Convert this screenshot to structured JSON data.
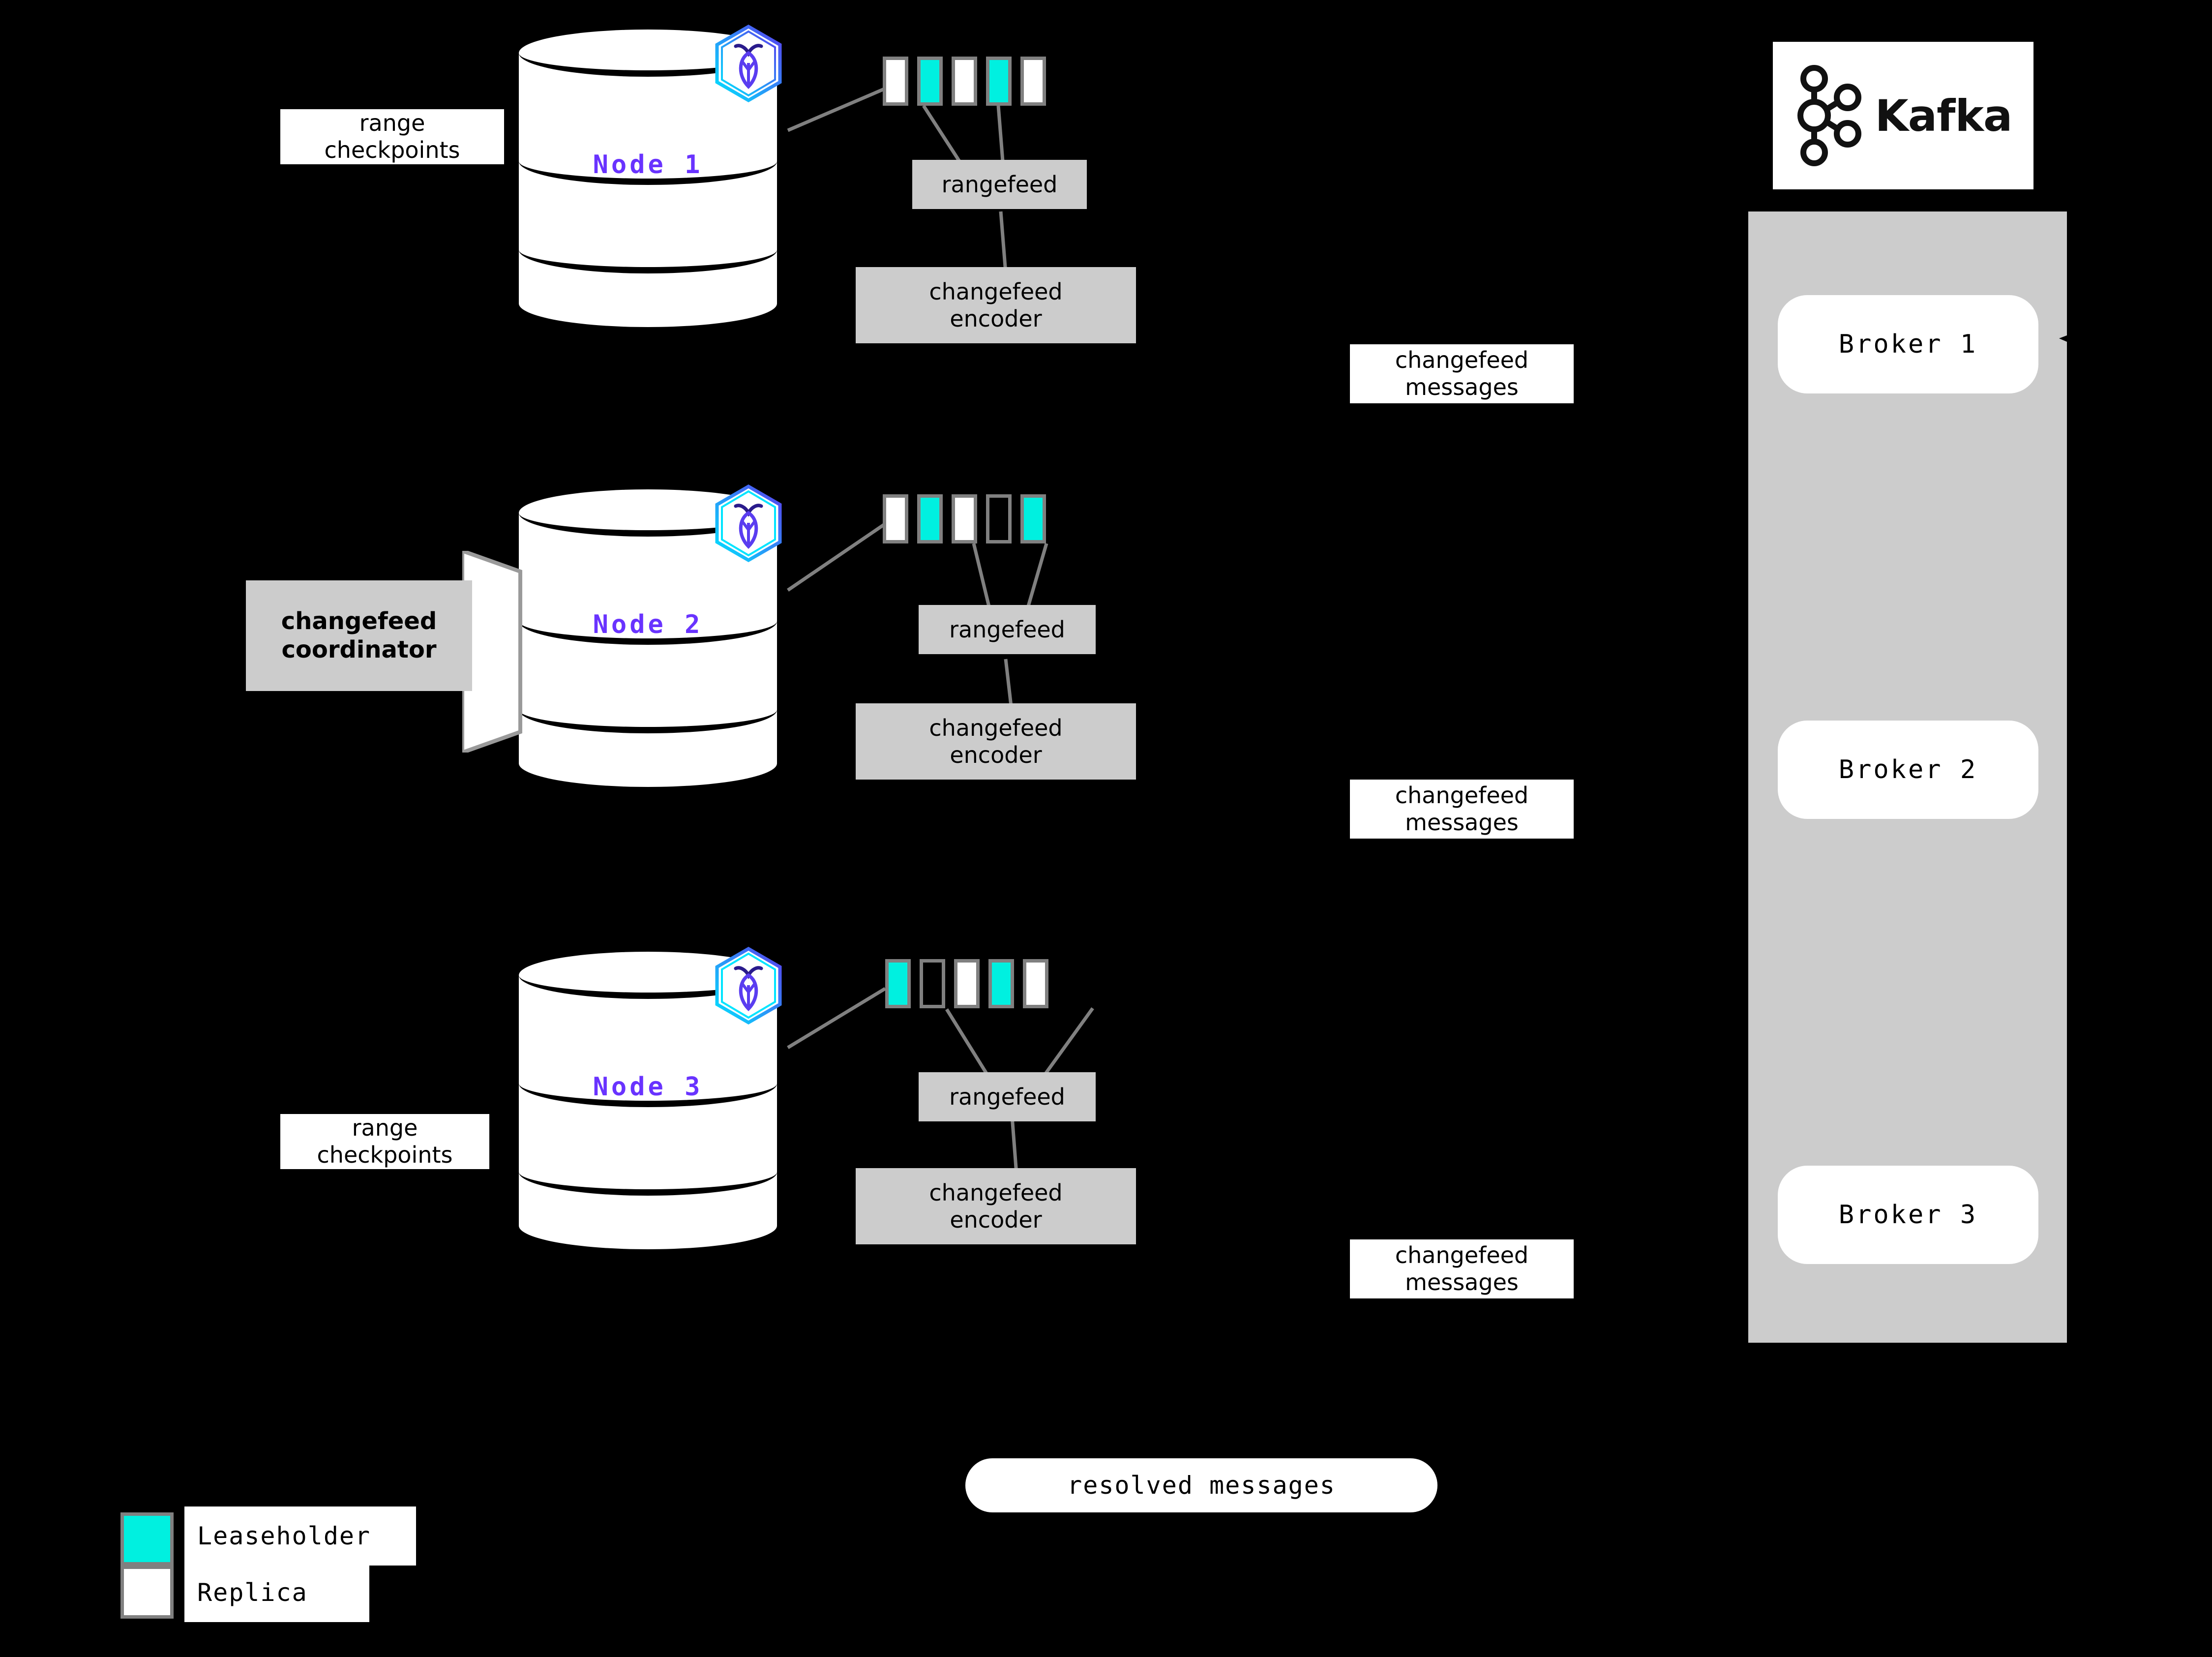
{
  "diagram": {
    "title": "CockroachDB changefeed to Kafka architecture",
    "background_color": "#000000",
    "accent_color": "#6933FF",
    "leaseholder_color": "#00F0E0",
    "replica_color": "#FFFFFF",
    "box_gray": "#CCCCCC",
    "border_gray": "#808080"
  },
  "nodes": [
    {
      "label": "Node 1",
      "ranges": [
        "replica",
        "leaseholder",
        "replica",
        "leaseholder",
        "replica"
      ],
      "rangefeed_label": "rangefeed",
      "encoder_label": "changefeed\nencoder",
      "encoder_line1": "changefeed",
      "encoder_line2": "encoder"
    },
    {
      "label": "Node 2",
      "ranges": [
        "replica",
        "leaseholder",
        "replica",
        "empty",
        "leaseholder"
      ],
      "rangefeed_label": "rangefeed",
      "encoder_label": "changefeed\nencoder",
      "encoder_line1": "changefeed",
      "encoder_line2": "encoder"
    },
    {
      "label": "Node 3",
      "ranges": [
        "leaseholder",
        "empty",
        "replica",
        "leaseholder",
        "replica"
      ],
      "rangefeed_label": "rangefeed",
      "encoder_label": "changefeed\nencoder",
      "encoder_line1": "changefeed",
      "encoder_line2": "encoder"
    }
  ],
  "annotations": {
    "range_checkpoints_top_line1": "range",
    "range_checkpoints_top_line2": "checkpoints",
    "range_checkpoints_bottom_line1": "range",
    "range_checkpoints_bottom_line2": "checkpoints",
    "coordinator_line1": "changefeed",
    "coordinator_line2": "coordinator",
    "changefeed_messages_line1": "changefeed",
    "changefeed_messages_line2": "messages",
    "resolved_messages": "resolved messages"
  },
  "changefeed_message_labels": [
    {
      "line1": "changefeed",
      "line2": "messages"
    },
    {
      "line1": "changefeed",
      "line2": "messages"
    },
    {
      "line1": "changefeed",
      "line2": "messages"
    }
  ],
  "kafka": {
    "logo_text": "Kafka",
    "brokers": [
      {
        "label": "Broker 1"
      },
      {
        "label": "Broker 2"
      },
      {
        "label": "Broker 3"
      }
    ]
  },
  "legend": {
    "items": [
      {
        "label": "Leaseholder",
        "color": "#00F0E0"
      },
      {
        "label": "Replica",
        "color": "#FFFFFF"
      }
    ]
  }
}
